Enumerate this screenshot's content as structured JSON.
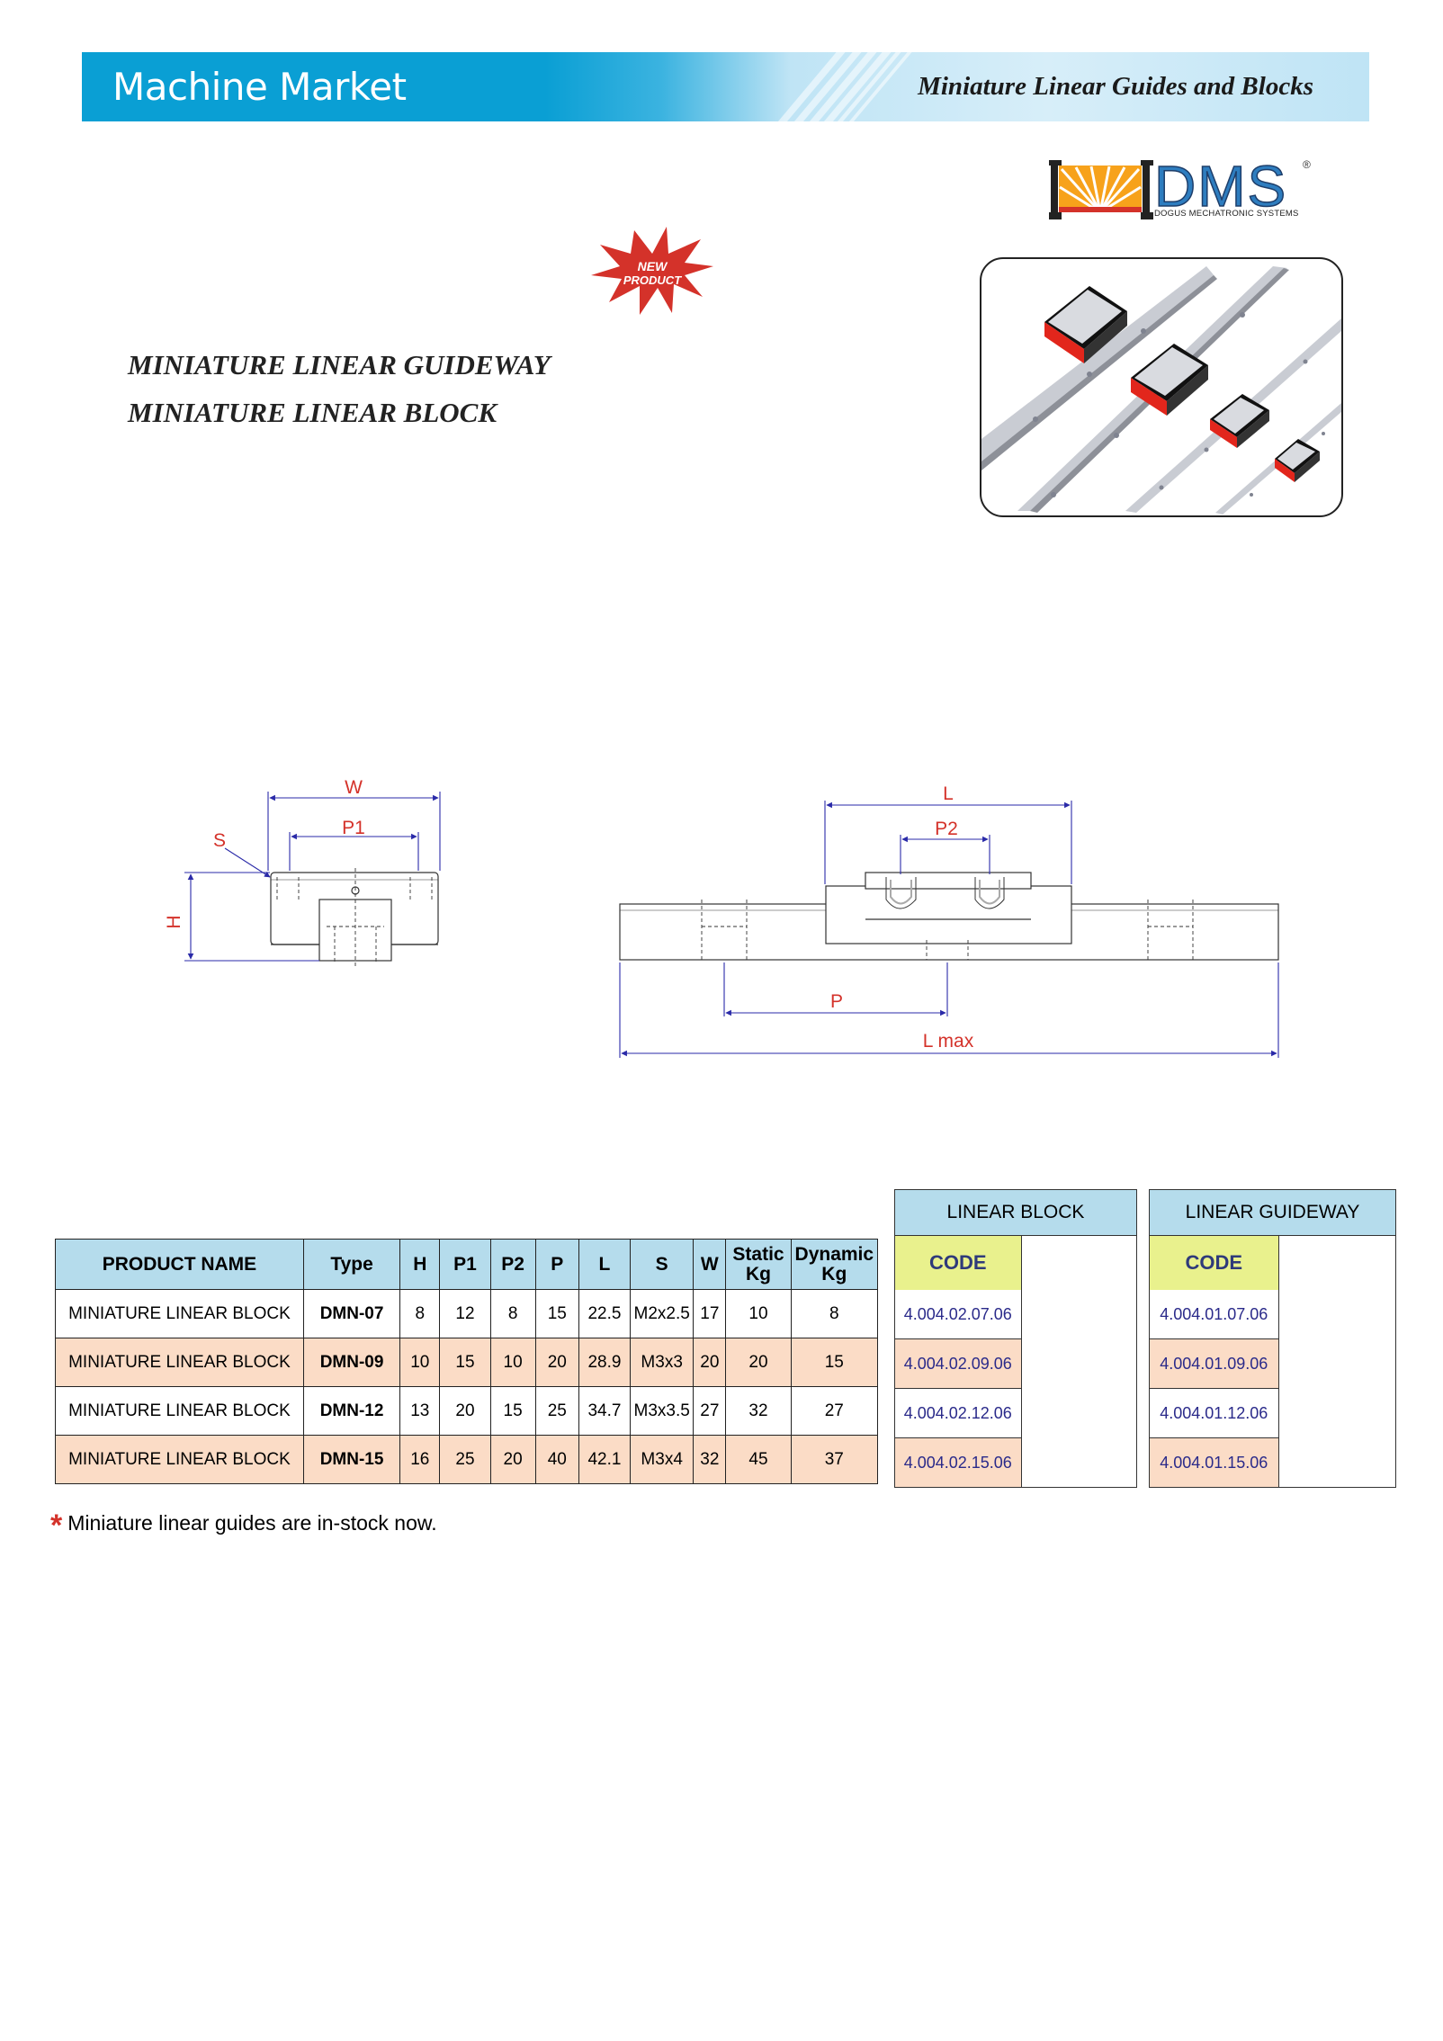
{
  "header": {
    "brand": "Machine Market",
    "subtitle": "Miniature Linear Guides and Blocks"
  },
  "logo": {
    "name": "DMS",
    "tagline": "DOGUS MECHATRONIC SYSTEMS",
    "registered": "®"
  },
  "badge": {
    "line1": "NEW",
    "line2": "PRODUCT"
  },
  "titles": {
    "line1": "MINIATURE LINEAR GUIDEWAY",
    "line2": "MINIATURE LINEAR BLOCK"
  },
  "drawing_labels": {
    "w": "W",
    "p1": "P1",
    "s": "S",
    "h": "H",
    "l": "L",
    "p2": "P2",
    "p": "P",
    "lmax": "L max"
  },
  "spec_table": {
    "headers": [
      "PRODUCT NAME",
      "Type",
      "H",
      "P1",
      "P2",
      "P",
      "L",
      "S",
      "W",
      "Static Kg",
      "Dynamic Kg"
    ],
    "rows": [
      {
        "name": "MINIATURE LINEAR BLOCK",
        "type": "DMN-07",
        "h": "8",
        "p1": "12",
        "p2": "8",
        "p": "15",
        "l": "22.5",
        "s": "M2x2.5",
        "w": "17",
        "static": "10",
        "dynamic": "8"
      },
      {
        "name": "MINIATURE LINEAR BLOCK",
        "type": "DMN-09",
        "h": "10",
        "p1": "15",
        "p2": "10",
        "p": "20",
        "l": "28.9",
        "s": "M3x3",
        "w": "20",
        "static": "20",
        "dynamic": "15"
      },
      {
        "name": "MINIATURE LINEAR BLOCK",
        "type": "DMN-12",
        "h": "13",
        "p1": "20",
        "p2": "15",
        "p": "25",
        "l": "34.7",
        "s": "M3x3.5",
        "w": "27",
        "static": "32",
        "dynamic": "27"
      },
      {
        "name": "MINIATURE LINEAR BLOCK",
        "type": "DMN-15",
        "h": "16",
        "p1": "25",
        "p2": "20",
        "p": "40",
        "l": "42.1",
        "s": "M3x4",
        "w": "32",
        "static": "45",
        "dynamic": "37"
      }
    ]
  },
  "linear_block": {
    "title": "LINEAR BLOCK",
    "code_header": "CODE",
    "codes": [
      "4.004.02.07.06",
      "4.004.02.09.06",
      "4.004.02.12.06",
      "4.004.02.15.06"
    ]
  },
  "linear_guideway": {
    "title": "LINEAR GUIDEWAY",
    "code_header": "CODE",
    "codes": [
      "4.004.01.07.06",
      "4.004.01.09.06",
      "4.004.01.12.06",
      "4.004.01.15.06"
    ]
  },
  "footnote": {
    "star": "*",
    "text": "Miniature linear guides are in-stock now."
  },
  "colors": {
    "header_blue": "#0a9fd4",
    "table_header": "#b5dcec",
    "row_highlight": "#fbdcc6",
    "code_header": "#e9f18d",
    "dimension_red": "#d4322a",
    "dimension_blue": "#2a2aa8"
  }
}
